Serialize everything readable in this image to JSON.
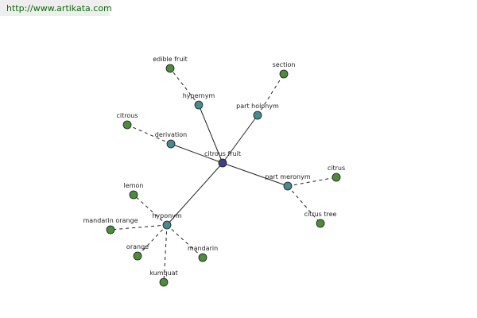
{
  "source_url": "http://www.artikata.com",
  "colors": {
    "center": "#3f3f86",
    "relation": "#4a8a8c",
    "leaf": "#4f8a3e",
    "edge": "#222222"
  },
  "nodes": [
    {
      "id": "citrous_fruit",
      "label": "citrous fruit",
      "kind": "center"
    },
    {
      "id": "hypernym",
      "label": "hypernym",
      "kind": "relation"
    },
    {
      "id": "part_holonym",
      "label": "part holonym",
      "kind": "relation"
    },
    {
      "id": "derivation",
      "label": "derivation",
      "kind": "relation"
    },
    {
      "id": "part_meronym",
      "label": "part meronym",
      "kind": "relation"
    },
    {
      "id": "hyponym",
      "label": "hyponym",
      "kind": "relation"
    },
    {
      "id": "edible_fruit",
      "label": "edible fruit",
      "kind": "leaf"
    },
    {
      "id": "section",
      "label": "section",
      "kind": "leaf"
    },
    {
      "id": "citrous",
      "label": "citrous",
      "kind": "leaf"
    },
    {
      "id": "citrus",
      "label": "citrus",
      "kind": "leaf"
    },
    {
      "id": "citrus_tree",
      "label": "citrus tree",
      "kind": "leaf"
    },
    {
      "id": "lemon",
      "label": "lemon",
      "kind": "leaf"
    },
    {
      "id": "mandarin_orange",
      "label": "mandarin orange",
      "kind": "leaf"
    },
    {
      "id": "orange",
      "label": "orange",
      "kind": "leaf"
    },
    {
      "id": "mandarin",
      "label": "mandarin",
      "kind": "leaf"
    },
    {
      "id": "kumquat",
      "label": "kumquat",
      "kind": "leaf"
    }
  ],
  "edges": [
    {
      "from": "citrous_fruit",
      "to": "hypernym",
      "style": "solid"
    },
    {
      "from": "citrous_fruit",
      "to": "part_holonym",
      "style": "solid"
    },
    {
      "from": "citrous_fruit",
      "to": "derivation",
      "style": "solid"
    },
    {
      "from": "citrous_fruit",
      "to": "part_meronym",
      "style": "solid"
    },
    {
      "from": "citrous_fruit",
      "to": "hyponym",
      "style": "solid"
    },
    {
      "from": "hypernym",
      "to": "edible_fruit",
      "style": "dashed"
    },
    {
      "from": "part_holonym",
      "to": "section",
      "style": "dashed"
    },
    {
      "from": "derivation",
      "to": "citrous",
      "style": "dashed"
    },
    {
      "from": "part_meronym",
      "to": "citrus",
      "style": "dashed"
    },
    {
      "from": "part_meronym",
      "to": "citrus_tree",
      "style": "dashed"
    },
    {
      "from": "hyponym",
      "to": "lemon",
      "style": "dashed"
    },
    {
      "from": "hyponym",
      "to": "mandarin_orange",
      "style": "dashed"
    },
    {
      "from": "hyponym",
      "to": "orange",
      "style": "dashed"
    },
    {
      "from": "hyponym",
      "to": "mandarin",
      "style": "dashed"
    },
    {
      "from": "hyponym",
      "to": "kumquat",
      "style": "dashed"
    }
  ]
}
